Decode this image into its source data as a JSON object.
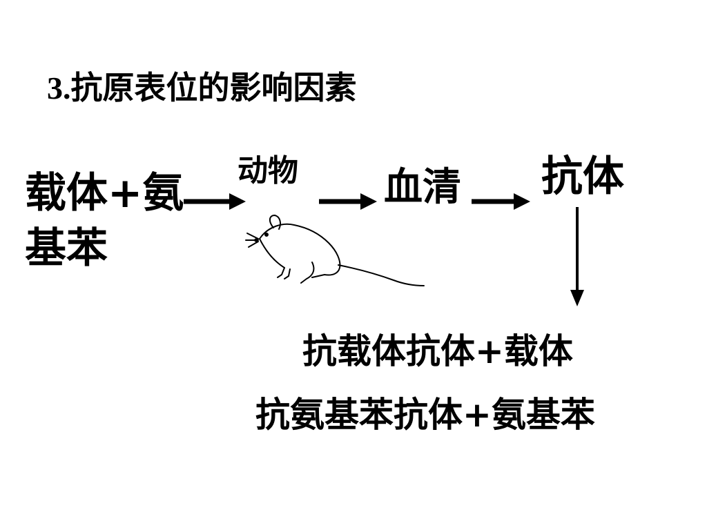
{
  "title": {
    "num": "3.",
    "text": "抗原表位的影响因素"
  },
  "diagram": {
    "start_line1": "载体+氨",
    "start_line2": "基苯",
    "animal": "动物",
    "serum": "血清",
    "antibody": "抗体",
    "result1": "抗载体抗体+载体",
    "result2": "抗氨基苯抗体+氨基苯"
  }
}
